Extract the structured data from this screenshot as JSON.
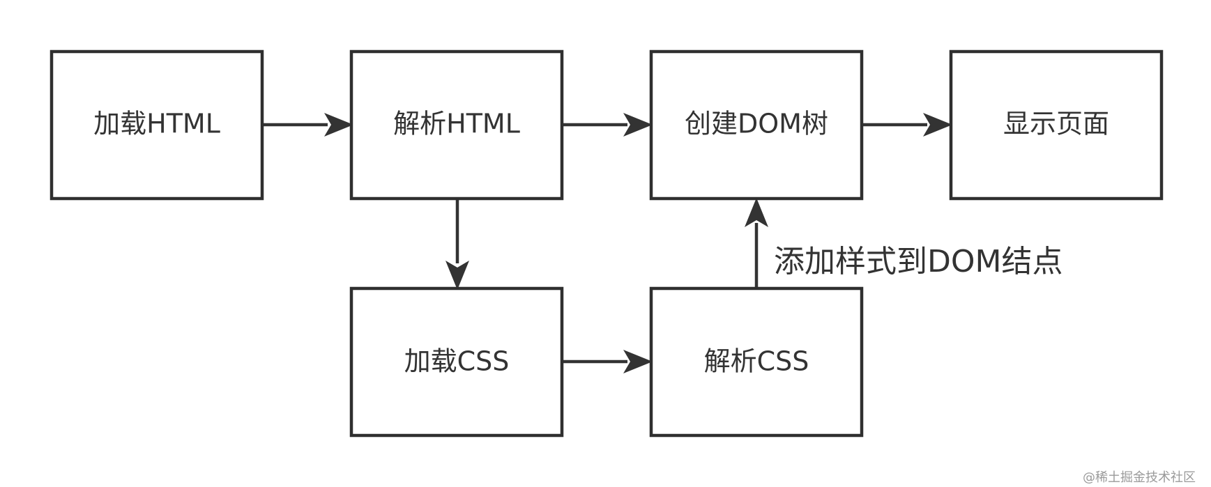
{
  "diagram": {
    "nodes": {
      "load_html": "加载HTML",
      "parse_html": "解析HTML",
      "create_dom": "创建DOM树",
      "show_page": "显示页面",
      "load_css": "加载CSS",
      "parse_css": "解析CSS"
    },
    "edge_labels": {
      "add_style": "添加样式到DOM结点"
    },
    "edges": [
      {
        "from": "load_html",
        "to": "parse_html"
      },
      {
        "from": "parse_html",
        "to": "create_dom"
      },
      {
        "from": "create_dom",
        "to": "show_page"
      },
      {
        "from": "parse_html",
        "to": "load_css"
      },
      {
        "from": "load_css",
        "to": "parse_css"
      },
      {
        "from": "parse_css",
        "to": "create_dom"
      }
    ]
  },
  "watermark": "@稀土掘金技术社区",
  "colors": {
    "stroke": "#2f2f2f",
    "text": "#333333",
    "background": "#ffffff"
  }
}
